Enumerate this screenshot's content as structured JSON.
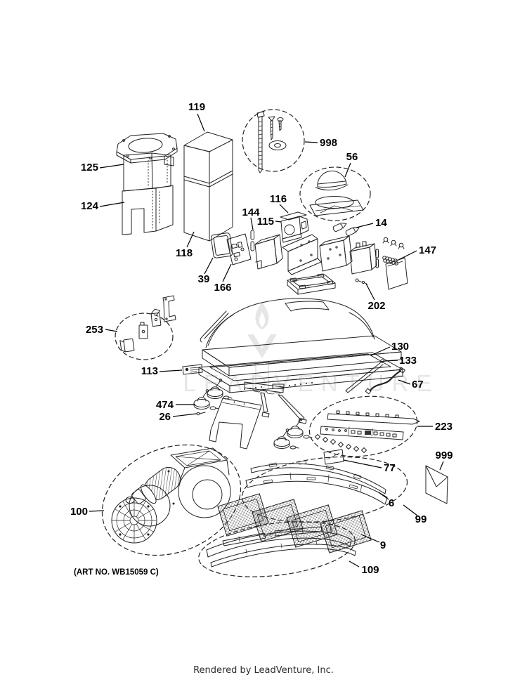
{
  "page": {
    "art_no": "(ART NO. WB15059 C)",
    "footer": "Rendered by LeadVenture, Inc.",
    "watermark": "LEADVENTURE",
    "background_color": "#ffffff",
    "line_color": "#222222",
    "watermark_color": "#e6e6e6"
  },
  "callouts": [
    {
      "num": "119"
    },
    {
      "num": "125"
    },
    {
      "num": "124"
    },
    {
      "num": "118"
    },
    {
      "num": "998"
    },
    {
      "num": "56"
    },
    {
      "num": "116"
    },
    {
      "num": "115"
    },
    {
      "num": "144"
    },
    {
      "num": "14"
    },
    {
      "num": "147"
    },
    {
      "num": "202"
    },
    {
      "num": "39"
    },
    {
      "num": "166"
    },
    {
      "num": "253"
    },
    {
      "num": "130"
    },
    {
      "num": "133"
    },
    {
      "num": "113"
    },
    {
      "num": "67"
    },
    {
      "num": "474"
    },
    {
      "num": "26"
    },
    {
      "num": "223"
    },
    {
      "num": "77"
    },
    {
      "num": "999"
    },
    {
      "num": "100"
    },
    {
      "num": "6"
    },
    {
      "num": "99"
    },
    {
      "num": "9"
    },
    {
      "num": "109"
    }
  ]
}
